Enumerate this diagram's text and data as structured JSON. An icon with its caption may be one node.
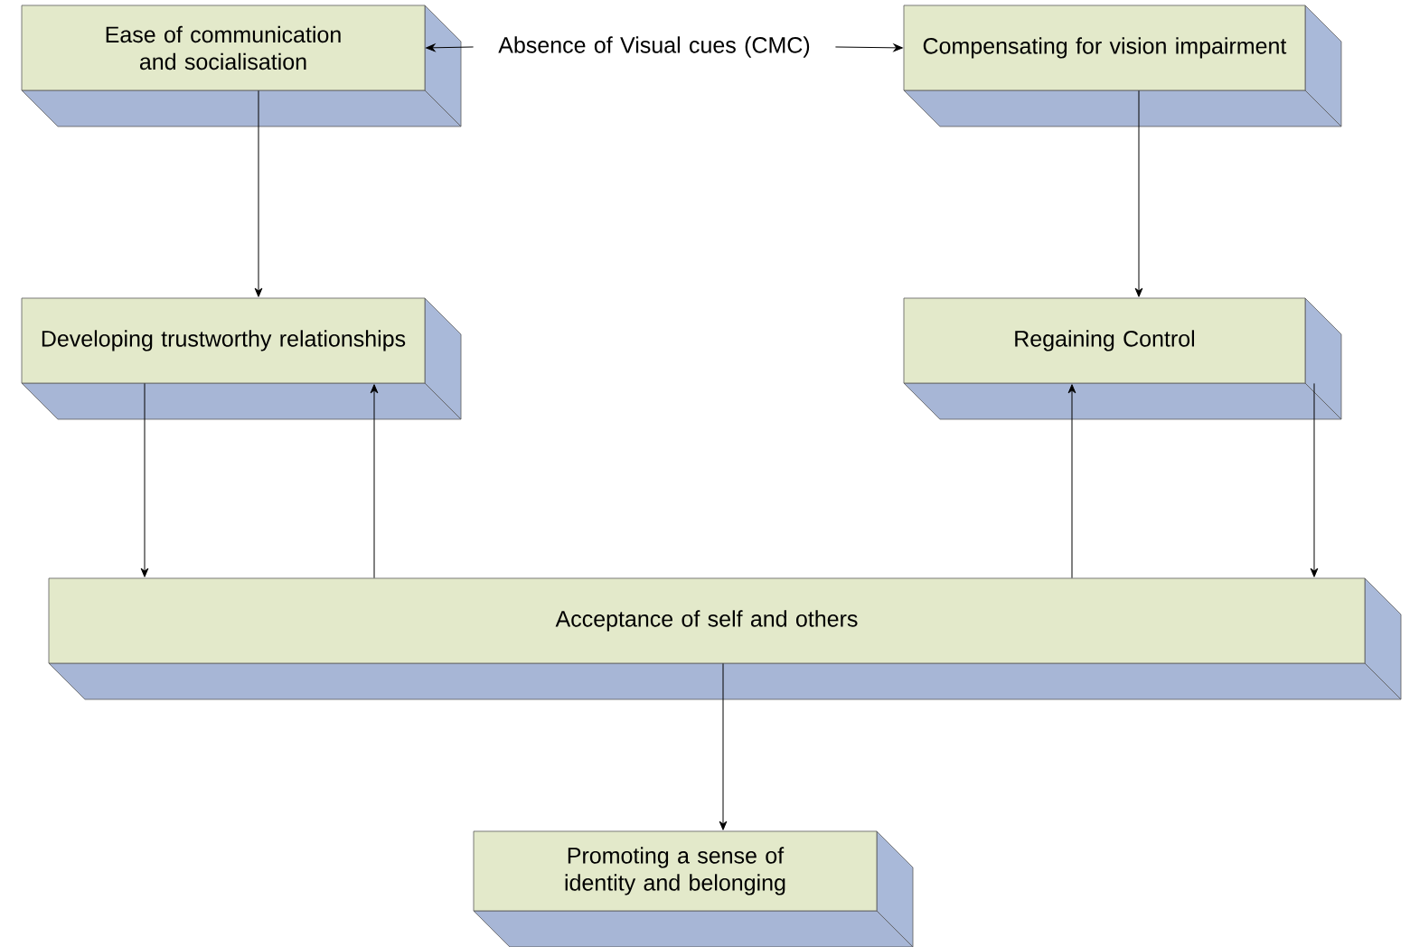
{
  "diagram": {
    "nodes": [
      {
        "text": [
          "Ease of communication and socialisation"
        ]
      },
      {
        "text": [
          "Absence of Visual cues (CMC)"
        ]
      },
      {
        "text": [
          "Compensating for vision impairment"
        ]
      },
      {
        "text": [
          "Developing trustworthy relationships"
        ]
      },
      {
        "text": [
          "Regaining Control"
        ]
      },
      {
        "text": [
          "Acceptance of self and others"
        ]
      },
      {
        "text": [
          "Promoting a sense of identity and belonging"
        ]
      }
    ],
    "edges": [
      {
        "from": 1,
        "to": 0,
        "arrow": "to"
      },
      {
        "from": 1,
        "to": 2,
        "arrow": "to"
      },
      {
        "from": 0,
        "to": 3,
        "arrow": "to"
      },
      {
        "from": 2,
        "to": 4,
        "arrow": "to"
      },
      {
        "from": 3,
        "to": 5,
        "arrow": "to"
      },
      {
        "from": 5,
        "to": 3,
        "arrow": "to"
      },
      {
        "from": 5,
        "to": 4,
        "arrow": "to"
      },
      {
        "from": 4,
        "to": 5,
        "arrow": "to"
      },
      {
        "from": 5,
        "to": 6,
        "arrow": "to"
      }
    ]
  }
}
